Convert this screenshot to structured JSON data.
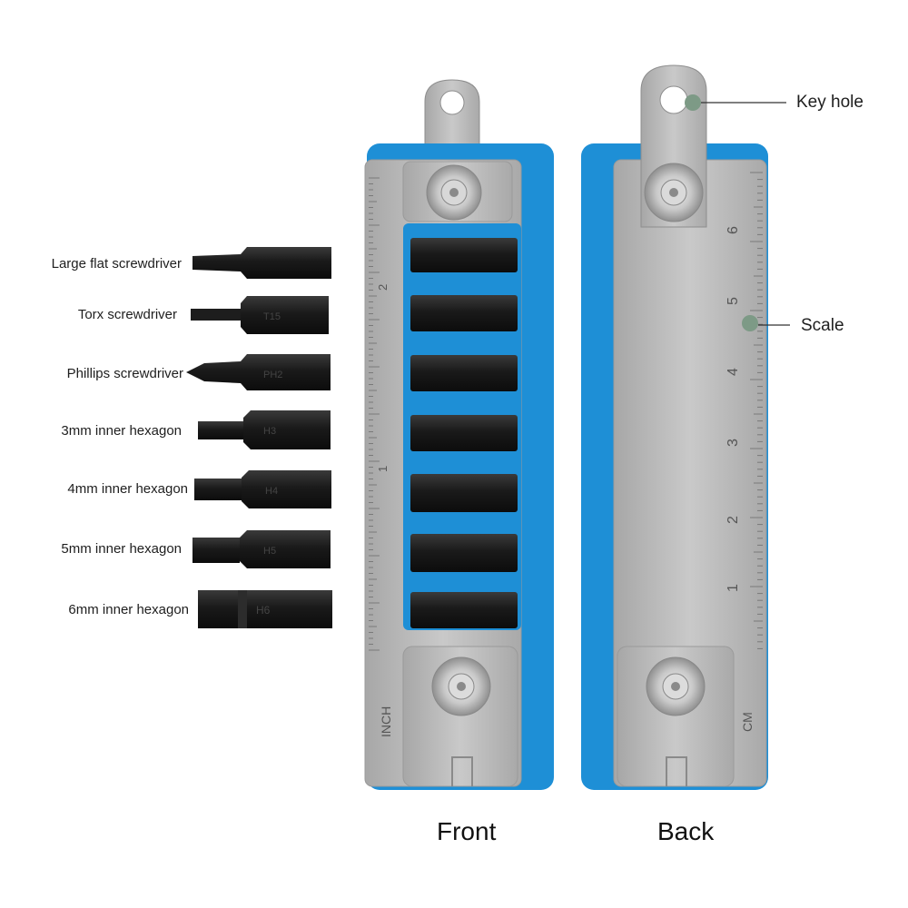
{
  "bits": [
    {
      "label": "Large flat screwdriver",
      "marking": ""
    },
    {
      "label": "Torx screwdriver",
      "marking": "T15"
    },
    {
      "label": "Phillips screwdriver",
      "marking": "PH2"
    },
    {
      "label": "3mm inner hexagon",
      "marking": "H3"
    },
    {
      "label": "4mm inner hexagon",
      "marking": "H4"
    },
    {
      "label": "5mm inner hexagon",
      "marking": "H5"
    },
    {
      "label": "6mm inner hexagon",
      "marking": "H6"
    }
  ],
  "tool": {
    "front_caption": "Front",
    "back_caption": "Back",
    "front_unit": "INCH",
    "back_unit": "CM",
    "inch_ticks": [
      "1",
      "2"
    ],
    "cm_ticks": [
      "1",
      "2",
      "3",
      "4",
      "5",
      "6"
    ]
  },
  "callouts": {
    "key_hole": "Key hole",
    "scale": "Scale"
  },
  "colors": {
    "accent_blue": "#1e8fd6",
    "steel": "#b9b9b9",
    "bit_black": "#1b1b1b",
    "callout_dot": "#7d9a86"
  }
}
